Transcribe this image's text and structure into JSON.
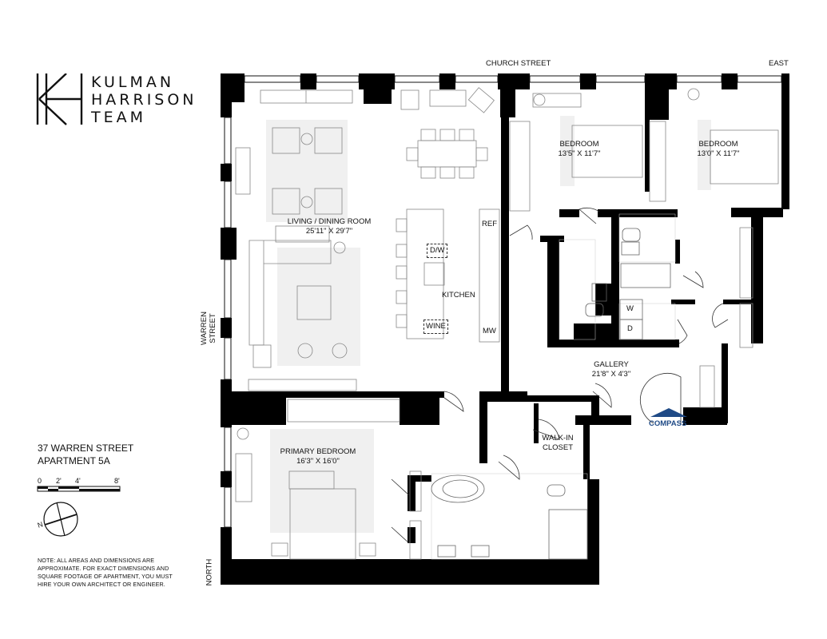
{
  "brand": {
    "logo_lines": [
      "KULMAN",
      "HARRISON",
      "TEAM"
    ]
  },
  "property": {
    "address_line1": "37 WARREN STREET",
    "address_line2": "APARTMENT 5A"
  },
  "scale_bar": {
    "ticks": [
      "0",
      "2'",
      "4'",
      "8'"
    ]
  },
  "note": {
    "lines": [
      "NOTE: ALL AREAS AND DIMENSIONS ARE",
      "APPROXIMATE. FOR EXACT DIMENSIONS AND",
      "SQUARE FOOTAGE OF APARTMENT, YOU MUST",
      "HIRE YOUR OWN ARCHITECT OR ENGINEER."
    ]
  },
  "compass_rose": {
    "label": "N"
  },
  "streets": {
    "top": "CHURCH STREET",
    "top_right": "EAST",
    "left": "WARREN STREET",
    "bottom_left": "NORTH"
  },
  "rooms": {
    "living": {
      "name": "LIVING / DINING ROOM",
      "dims": "25'11\" X 29'7\""
    },
    "kitchen": {
      "name": "KITCHEN"
    },
    "bedroom1": {
      "name": "BEDROOM",
      "dims": "13'5\" X 11'7\""
    },
    "bedroom2": {
      "name": "BEDROOM",
      "dims": "13'0\" X 11'7\""
    },
    "gallery": {
      "name": "GALLERY",
      "dims": "21'8\" X 4'3\""
    },
    "primary": {
      "name": "PRIMARY BEDROOM",
      "dims": "16'3\" X 16'0\""
    },
    "walkin": {
      "name_line1": "WALK-IN",
      "name_line2": "CLOSET"
    }
  },
  "appliances": {
    "ref": "REF",
    "dw": "D/W",
    "wine": "WINE",
    "mw": "MW",
    "washer": "W",
    "dryer": "D"
  },
  "compass_brand": {
    "label": "COMPASS",
    "color": "#1f4a86"
  }
}
